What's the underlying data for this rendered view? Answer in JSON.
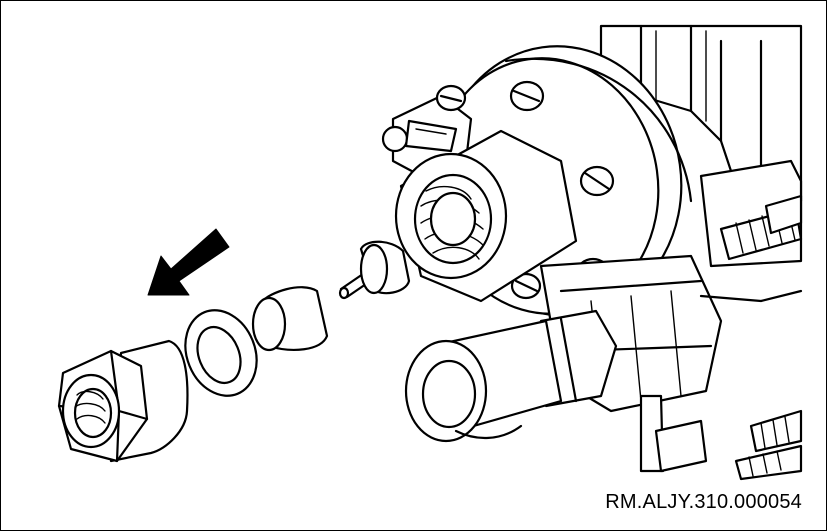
{
  "figure": {
    "reference_code": "RM.ALJY.310.000054",
    "arrow_direction": "down-left",
    "parts": [
      "hex-nut",
      "sealing-washer",
      "conical-seal",
      "pin-valve",
      "valve-body-assembly"
    ]
  },
  "colors": {
    "stroke": "#000000",
    "fill": "#ffffff",
    "arrow": "#000000"
  }
}
